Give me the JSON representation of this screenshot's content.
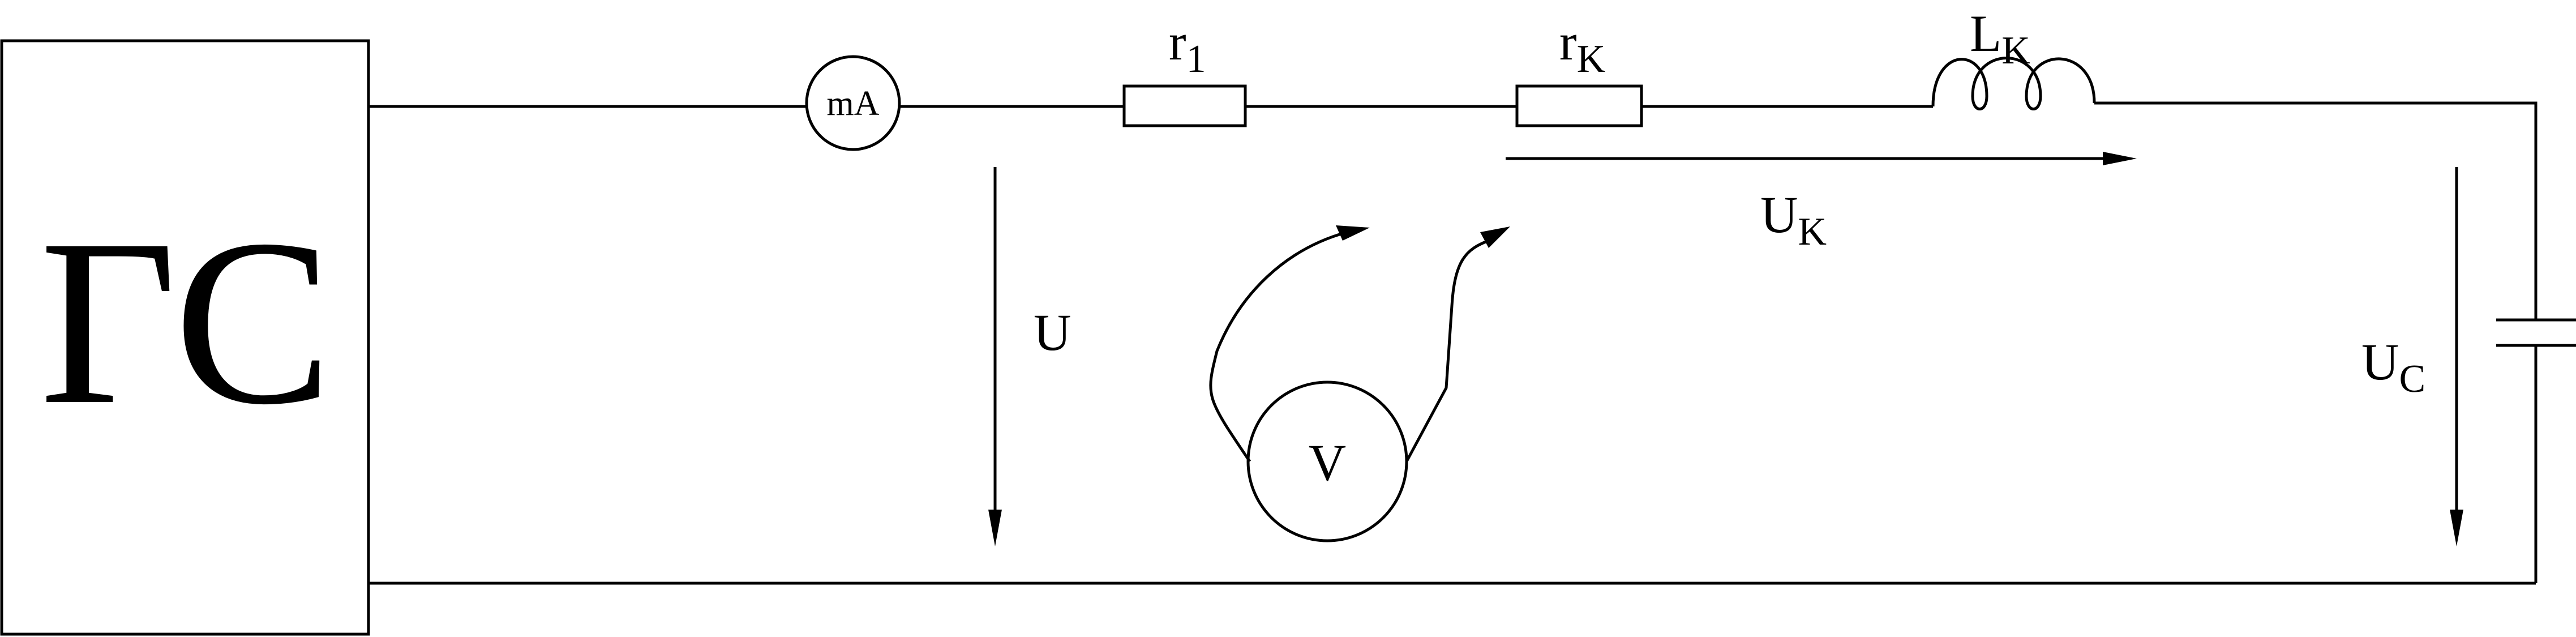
{
  "generator": {
    "label": "ГС"
  },
  "milliammeter": {
    "label": "mA"
  },
  "voltmeter": {
    "label": "V"
  },
  "resistor_r1": {
    "label": "r",
    "subscript": "1"
  },
  "resistor_rk": {
    "label": "r",
    "subscript": "K"
  },
  "inductor_lk": {
    "label": "L",
    "subscript": "K"
  },
  "voltage_u": {
    "label": "U"
  },
  "voltage_uk": {
    "label": "U",
    "subscript": "K"
  },
  "voltage_uc": {
    "label": "U",
    "subscript": "C"
  }
}
